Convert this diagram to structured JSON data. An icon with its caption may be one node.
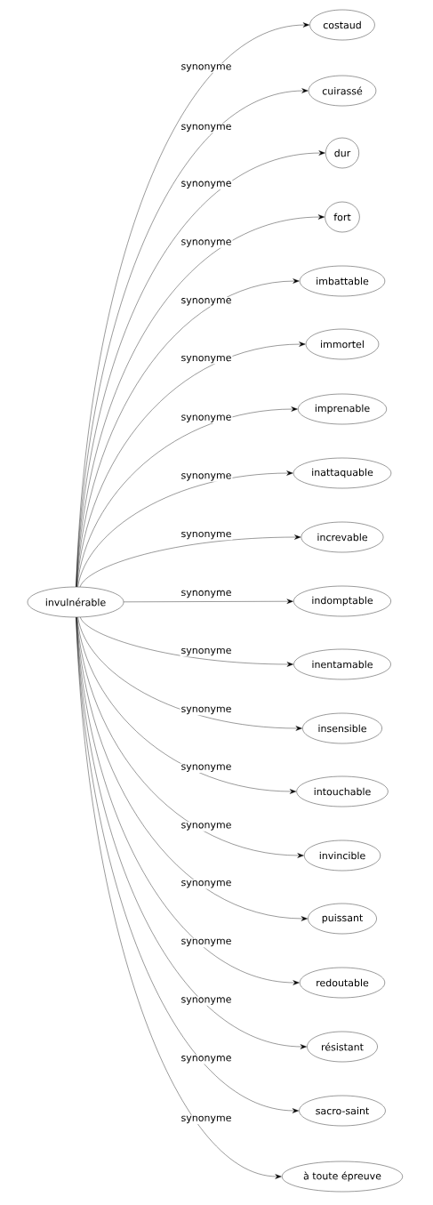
{
  "diagram": {
    "nodes": [
      {
        "text": [
          "invulnérable"
        ]
      },
      {
        "text": [
          "costaud"
        ]
      },
      {
        "text": [
          "cuirassé"
        ]
      },
      {
        "text": [
          "dur"
        ]
      },
      {
        "text": [
          "fort"
        ]
      },
      {
        "text": [
          "imbattable"
        ]
      },
      {
        "text": [
          "immortel"
        ]
      },
      {
        "text": [
          "imprenable"
        ]
      },
      {
        "text": [
          "inattaquable"
        ]
      },
      {
        "text": [
          "increvable"
        ]
      },
      {
        "text": [
          "indomptable"
        ]
      },
      {
        "text": [
          "inentamable"
        ]
      },
      {
        "text": [
          "insensible"
        ]
      },
      {
        "text": [
          "intouchable"
        ]
      },
      {
        "text": [
          "invincible"
        ]
      },
      {
        "text": [
          "puissant"
        ]
      },
      {
        "text": [
          "redoutable"
        ]
      },
      {
        "text": [
          "résistant"
        ]
      },
      {
        "text": [
          "sacro-saint"
        ]
      },
      {
        "text": [
          "à toute épreuve"
        ]
      }
    ],
    "edges": [
      {
        "from": 0,
        "to": 1,
        "arrow": "to",
        "label": "synonyme"
      },
      {
        "from": 0,
        "to": 2,
        "arrow": "to",
        "label": "synonyme"
      },
      {
        "from": 0,
        "to": 3,
        "arrow": "to",
        "label": "synonyme"
      },
      {
        "from": 0,
        "to": 4,
        "arrow": "to",
        "label": "synonyme"
      },
      {
        "from": 0,
        "to": 5,
        "arrow": "to",
        "label": "synonyme"
      },
      {
        "from": 0,
        "to": 6,
        "arrow": "to",
        "label": "synonyme"
      },
      {
        "from": 0,
        "to": 7,
        "arrow": "to",
        "label": "synonyme"
      },
      {
        "from": 0,
        "to": 8,
        "arrow": "to",
        "label": "synonyme"
      },
      {
        "from": 0,
        "to": 9,
        "arrow": "to",
        "label": "synonyme"
      },
      {
        "from": 0,
        "to": 10,
        "arrow": "to",
        "label": "synonyme"
      },
      {
        "from": 0,
        "to": 11,
        "arrow": "to",
        "label": "synonyme"
      },
      {
        "from": 0,
        "to": 12,
        "arrow": "to",
        "label": "synonyme"
      },
      {
        "from": 0,
        "to": 13,
        "arrow": "to",
        "label": "synonyme"
      },
      {
        "from": 0,
        "to": 14,
        "arrow": "to",
        "label": "synonyme"
      },
      {
        "from": 0,
        "to": 15,
        "arrow": "to",
        "label": "synonyme"
      },
      {
        "from": 0,
        "to": 16,
        "arrow": "to",
        "label": "synonyme"
      },
      {
        "from": 0,
        "to": 17,
        "arrow": "to",
        "label": "synonyme"
      },
      {
        "from": 0,
        "to": 18,
        "arrow": "to",
        "label": "synonyme"
      },
      {
        "from": 0,
        "to": 19,
        "arrow": "to",
        "label": "synonyme"
      }
    ]
  }
}
